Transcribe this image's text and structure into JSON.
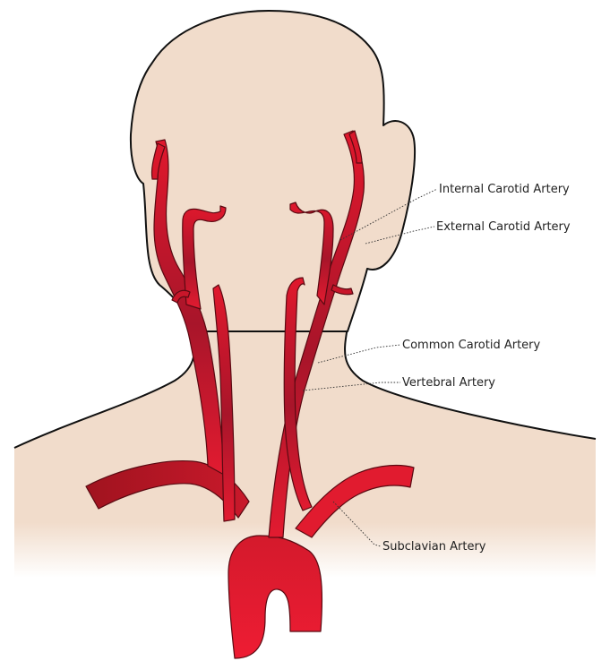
{
  "colors": {
    "skin": "#f1dccb",
    "outline": "#111111",
    "artery_bright": "#e0182d",
    "artery_dark": "#9e1422",
    "text": "#222222"
  },
  "labels": {
    "internal_carotid": "Internal Carotid Artery",
    "external_carotid": "External Carotid Artery",
    "common_carotid": "Common Carotid Artery",
    "vertebral": "Vertebral Artery",
    "subclavian": "Subclavian Artery"
  }
}
